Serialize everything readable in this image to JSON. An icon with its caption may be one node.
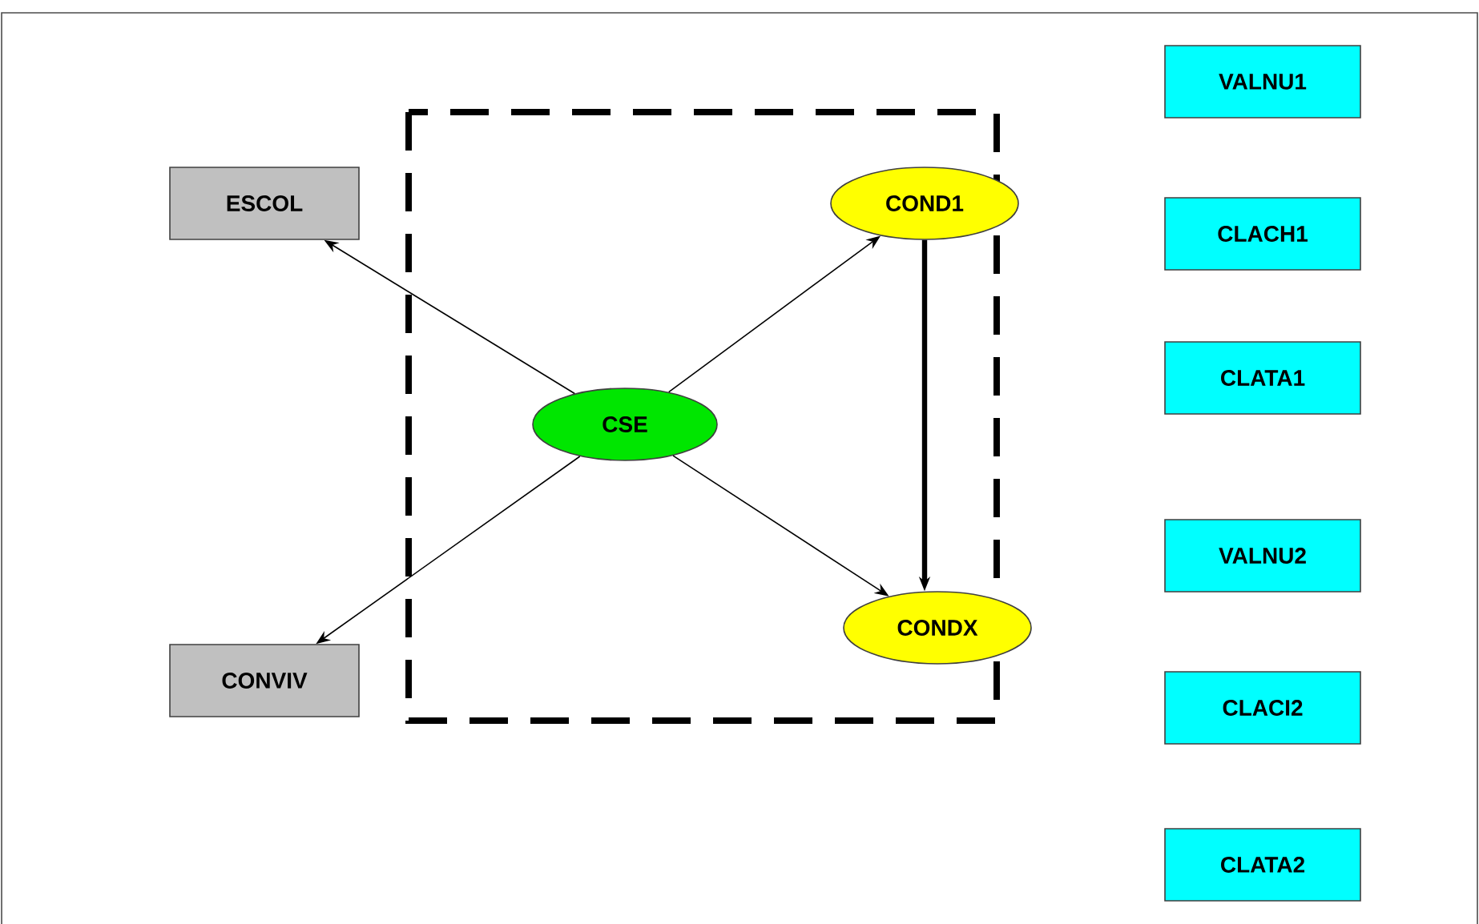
{
  "diagram": {
    "nodes": [
      {
        "text": [
          "ESCOL"
        ]
      },
      {
        "text": [
          "CSE"
        ]
      },
      {
        "text": [
          "COND1"
        ]
      },
      {
        "text": [
          "CONDX"
        ]
      },
      {
        "text": [
          "CONVIV"
        ]
      },
      {
        "text": [
          "VALNU1"
        ]
      },
      {
        "text": [
          "CLACH1"
        ]
      },
      {
        "text": [
          "CLATA1"
        ]
      },
      {
        "text": [
          "VALNU2"
        ]
      },
      {
        "text": [
          "CLACI2"
        ]
      },
      {
        "text": [
          "CLATA2"
        ]
      }
    ],
    "edges": [
      {
        "from": 1,
        "to": 0,
        "arrow": "to"
      },
      {
        "from": 1,
        "to": 2,
        "arrow": "to"
      },
      {
        "from": 1,
        "to": 4,
        "arrow": "to"
      },
      {
        "from": 1,
        "to": 3,
        "arrow": "to"
      },
      {
        "from": 2,
        "to": 3,
        "arrow": "to",
        "style": "thick"
      }
    ]
  }
}
